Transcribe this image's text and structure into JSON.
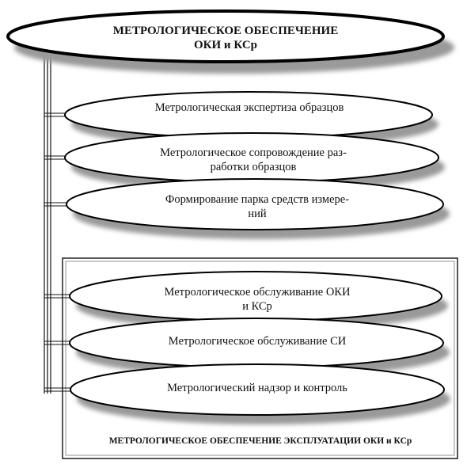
{
  "title": {
    "line1": "МЕТРОЛОГИЧЕСКОЕ ОБЕСПЕЧЕНИЕ",
    "line2": "ОКИ и КСр"
  },
  "nodes": [
    {
      "line1": "Метрологическая экспертиза образцов",
      "line2": ""
    },
    {
      "line1": "Метрологическое сопровождение раз-",
      "line2": "работки образцов"
    },
    {
      "line1": "Формирование парка средств измере-",
      "line2": "ний"
    }
  ],
  "group": {
    "caption": "МЕТРОЛОГИЧЕСКОЕ ОБЕСПЕЧЕНИЕ ЭКСПЛУАТАЦИИ ОКИ и КСр",
    "nodes": [
      {
        "line1": "Метрологическое обслуживание ОКИ",
        "line2": "и КСр"
      },
      {
        "line1": "Метрологическое обслуживание СИ",
        "line2": ""
      },
      {
        "line1": "Метрологический надзор и контроль",
        "line2": ""
      }
    ]
  }
}
